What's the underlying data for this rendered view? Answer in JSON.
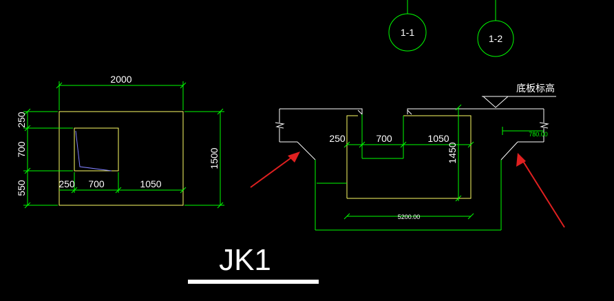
{
  "plan": {
    "top_dim": "2000",
    "right_dim": "1500",
    "left_dims": [
      "250",
      "700",
      "550"
    ],
    "bottom_dims": [
      "250",
      "700",
      "1050"
    ]
  },
  "section": {
    "dims_top": [
      "250",
      "700",
      "1050"
    ],
    "height_dim": "1450",
    "bottom_dim": "5200.00",
    "right_small_dim": "780.00",
    "bottom_level_label": "底板标高"
  },
  "callouts": [
    "1-1",
    "1-2"
  ],
  "title": "JK1",
  "colors": {
    "background": "#000000",
    "dimension": "#00ff00",
    "outline": "#ffff66",
    "arrow": "#e02020",
    "text": "#ffffff",
    "inner_mark": "#8080ff"
  }
}
